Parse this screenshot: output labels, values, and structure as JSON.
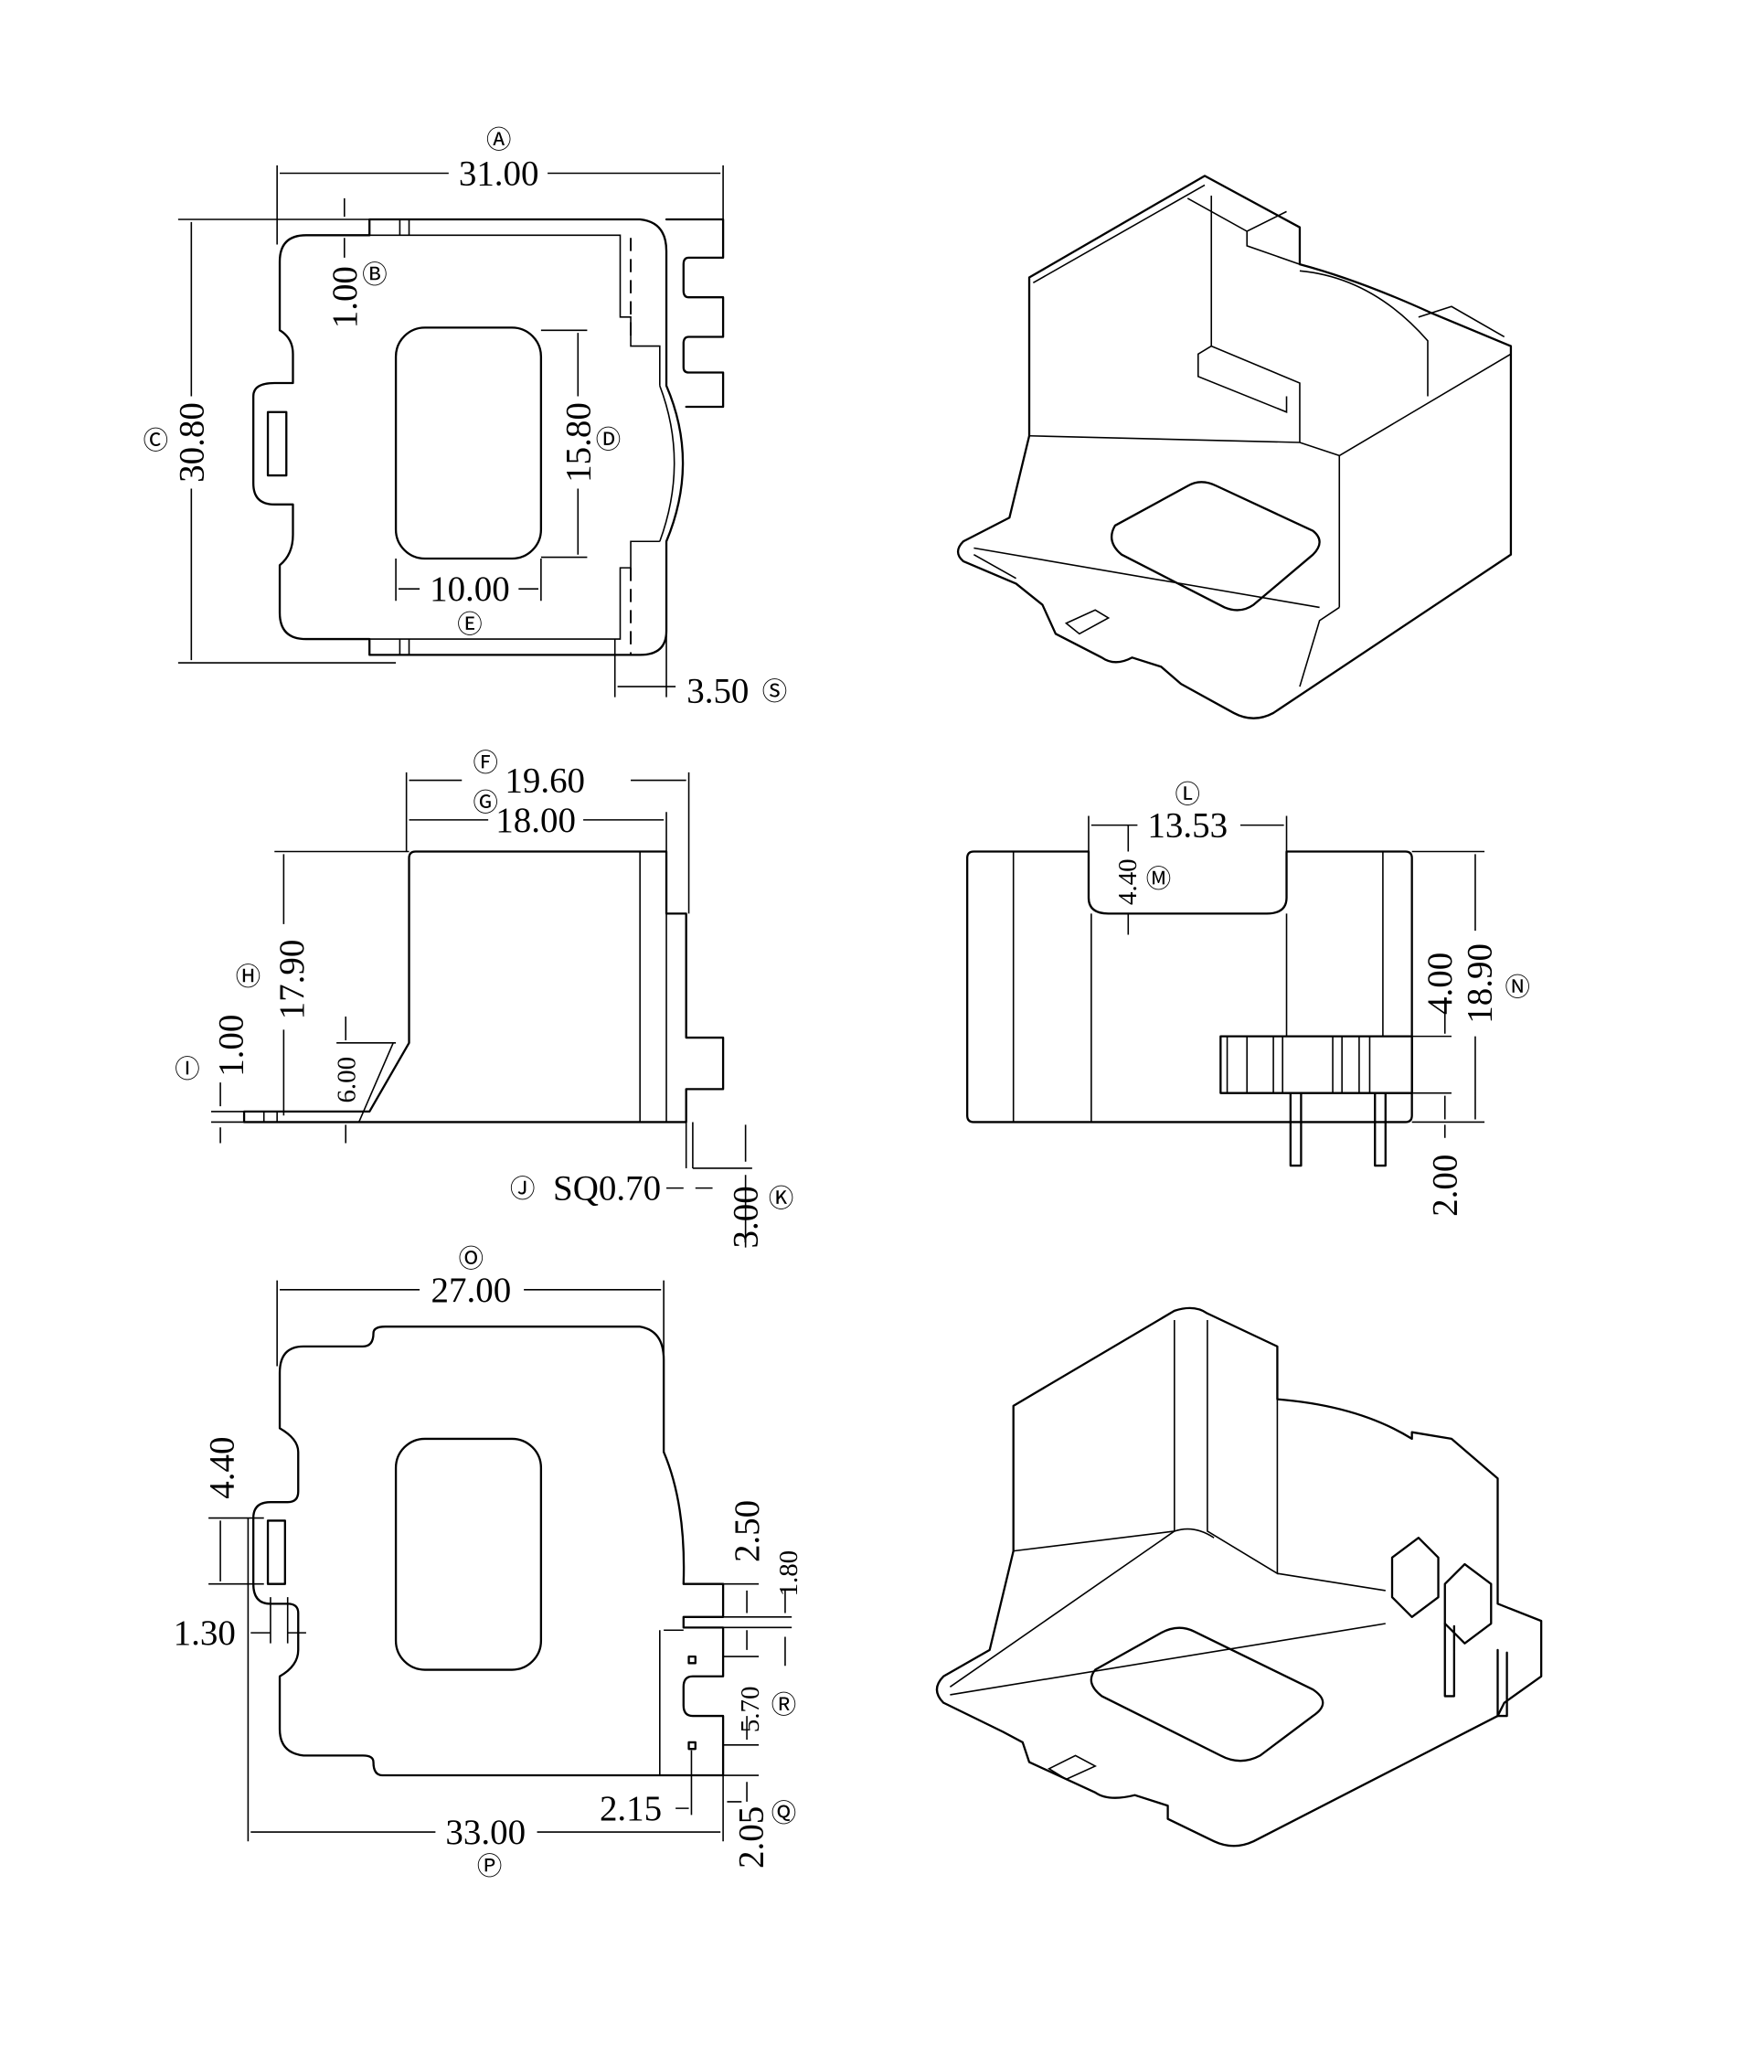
{
  "title_view_top": {
    "A": {
      "tag": "Ⓐ",
      "value": "31.00"
    },
    "B": {
      "tag": "Ⓑ",
      "value": "1.00"
    },
    "C": {
      "tag": "Ⓒ",
      "value": "30.80"
    },
    "D": {
      "tag": "Ⓓ",
      "value": "15.80"
    },
    "E": {
      "tag": "Ⓔ",
      "value": "10.00"
    },
    "S": {
      "tag": "Ⓢ",
      "value": "3.50"
    }
  },
  "view_side_left": {
    "F": {
      "tag": "Ⓕ",
      "value": "19.60"
    },
    "G": {
      "tag": "Ⓖ",
      "value": "18.00"
    },
    "H": {
      "tag": "Ⓗ",
      "value": "17.90"
    },
    "I": {
      "tag": "Ⓘ",
      "value": "1.00"
    },
    "step": "6.00",
    "J": {
      "tag": "Ⓙ",
      "value": "SQ0.70"
    },
    "K": {
      "tag": "Ⓚ",
      "value": "3.00"
    }
  },
  "view_side_right": {
    "L": {
      "tag": "Ⓛ",
      "value": "13.53"
    },
    "M": {
      "tag": "Ⓜ",
      "value": "4.40"
    },
    "N": {
      "tag": "Ⓝ",
      "value": "18.90"
    },
    "pin_block": "4.00",
    "pin_len": "2.00"
  },
  "view_bottom": {
    "O": {
      "tag": "Ⓞ",
      "value": "27.00"
    },
    "tab_h": "4.40",
    "tab_w": "1.30",
    "pin_a": "2.50",
    "pin_b": "1.80",
    "R": {
      "tag": "Ⓡ",
      "value": "5.70"
    },
    "pin_off": "2.15",
    "Q": {
      "tag": "Ⓠ",
      "value": "2.05"
    },
    "P": {
      "tag": "Ⓟ",
      "value": "33.00"
    }
  }
}
